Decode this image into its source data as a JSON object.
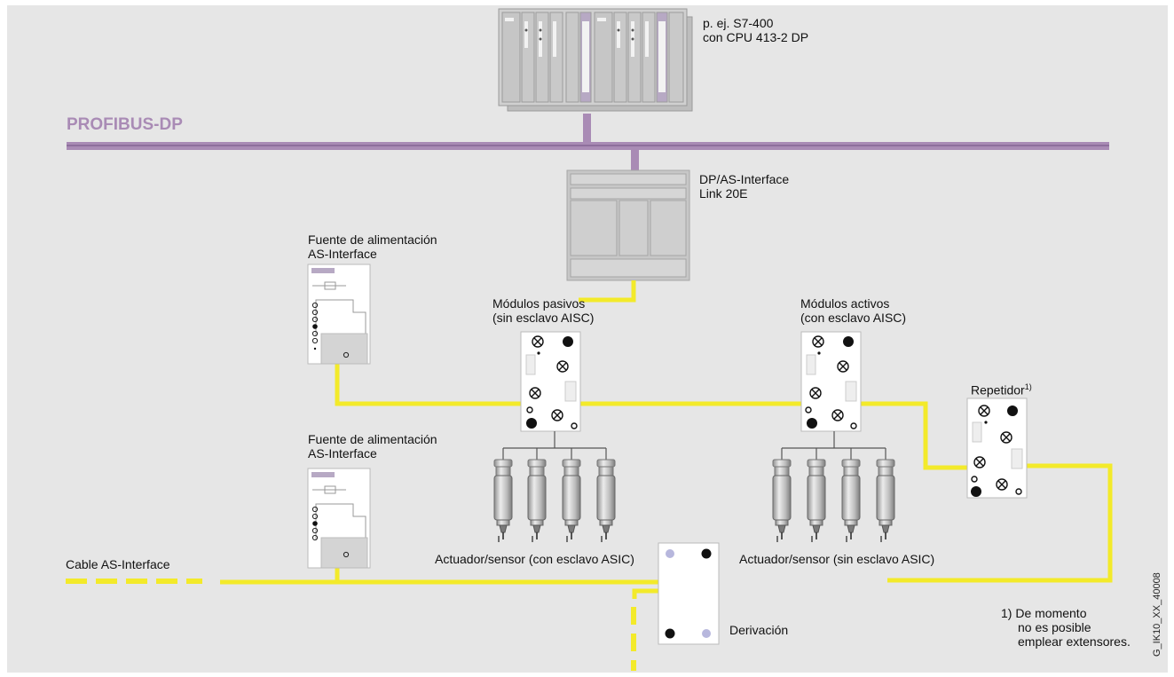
{
  "plc": {
    "line1": "p. ej. S7-400",
    "line2": "con CPU 413-2 DP"
  },
  "bus": {
    "name": "PROFIBUS-DP"
  },
  "link": {
    "line1": "DP/AS-Interface",
    "line2": "Link 20E"
  },
  "power_supply_1": {
    "line1": "Fuente de alimentación",
    "line2": "AS-Interface"
  },
  "power_supply_2": {
    "line1": "Fuente de alimentación",
    "line2": "AS-Interface"
  },
  "passive_modules": {
    "line1": "Módulos pasivos",
    "line2": "(sin esclavo AISC)"
  },
  "active_modules": {
    "line1": "Módulos activos",
    "line2": "(con esclavo AISC)"
  },
  "repeater": {
    "label": "Repetidor",
    "footnote_mark": "1)"
  },
  "actuator_with": {
    "label": "Actuador/sensor (con esclavo ASIC)"
  },
  "actuator_without": {
    "label": "Actuador/sensor (sin esclavo ASIC)"
  },
  "cable": {
    "label": "Cable AS-Interface"
  },
  "branch": {
    "label": "Derivación"
  },
  "footnote": {
    "line1": "1) De momento",
    "line2": "no es posible",
    "line3": "emplear extensores."
  },
  "figure_code": "G_IK10_XX_40008",
  "colors": {
    "background": "#e6e6e6",
    "bus": "#a98bb5",
    "cable": "#f3ea2a",
    "module": "#cfcfcf"
  }
}
